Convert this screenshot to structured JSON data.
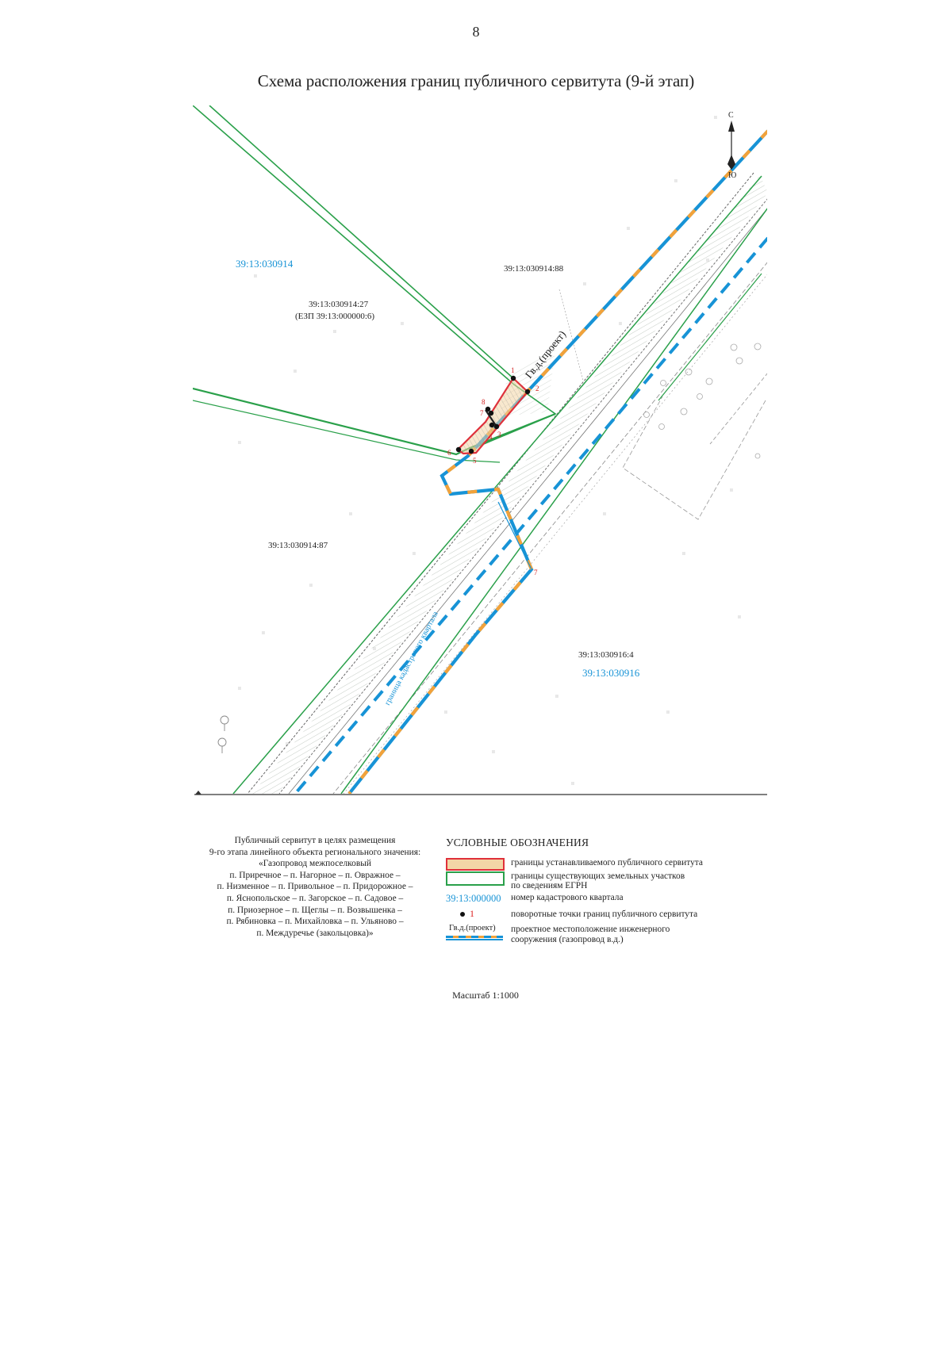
{
  "page_number": "8",
  "title": "Схема расположения границ публичного сервитута (9-й этап)",
  "map": {
    "north_label": "С",
    "south_label": "Ю",
    "labels": {
      "quarter_914": "39:13:030914",
      "parcel_88": "39:13:030914:88",
      "parcel_27": "39:13:030914:27",
      "ezp_27": "(ЕЗП 39:13:000000:6)",
      "parcel_87": "39:13:030914:87",
      "parcel_916_4": "39:13:030916:4",
      "quarter_916": "39:13:030916",
      "gas_pipe": "Гв.д.(проект)",
      "quarter_boundary": "граница кадастрового квартала"
    },
    "points": [
      "1",
      "2",
      "3",
      "4",
      "5",
      "6",
      "7",
      "8"
    ],
    "colors": {
      "easement_border": "#e0303a",
      "easement_fill": "#f3d6a6",
      "parcel_border": "#2aa04a",
      "quarter_blue": "#1793d6",
      "pipe_orange": "#f2a23a",
      "point_numbers": "#d22222"
    }
  },
  "caption": {
    "lines": [
      "Публичный сервитут в целях размещения",
      "9-го этапа линейного объекта регионального значения:",
      "«Газопровод межпоселковый",
      "п. Приречное – п. Нагорное – п. Овражное –",
      "п. Низменное – п. Привольное – п. Придорожное –",
      "п. Яснопольское – п. Загорское – п. Садовое –",
      "п. Приозерное – п. Щеглы – п. Возвышенка –",
      "п. Рябиновка – п. Михайловка – п. Ульяново –",
      "п. Междуречье  (закольцовка)»"
    ]
  },
  "legend": {
    "title": "УСЛОВНЫЕ ОБОЗНАЧЕНИЯ",
    "easement": "границы устанавливаемого публичного сервитута",
    "parcels_1": "границы существующих земельных участков",
    "parcels_2": "по сведениям ЕГРН",
    "quarter_sample": "39:13:000000",
    "quarter": "номер кадастрового квартала",
    "point_sample": "1",
    "points": "поворотные точки границ публичного сервитута",
    "gas_sample": "Гв.д.(проект)",
    "gas_1": "проектное местоположение инженерного",
    "gas_2": "сооружения (газопровод в.д.)"
  },
  "scale": "Масштаб 1:1000"
}
